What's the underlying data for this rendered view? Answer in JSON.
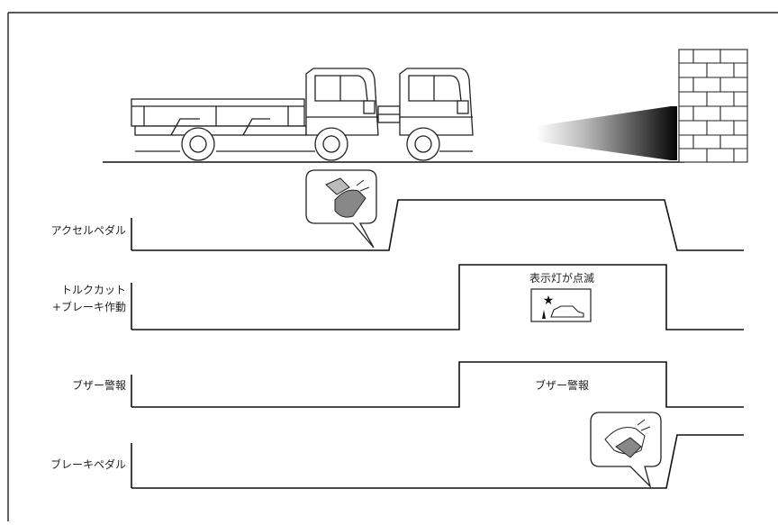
{
  "signals": [
    {
      "id": "accel",
      "label": "アクセルペダル"
    },
    {
      "id": "torque",
      "label_line1": "トルクカット",
      "label_line2": "+ブレーキ作動"
    },
    {
      "id": "buzzer",
      "label": "ブザー警報"
    },
    {
      "id": "brake",
      "label": "ブレーキペダル"
    }
  ],
  "annotations": {
    "indicator_blink": "表示灯が点滅",
    "buzzer_alarm": "ブザー警報"
  },
  "icons": {
    "accel_foot": "foot-on-accelerator-icon",
    "brake_foot": "foot-on-brake-icon",
    "warning_lamp": "collision-warning-lamp-icon",
    "truck": "truck-icon",
    "wall": "brick-wall-icon",
    "sensor_beam": "radar-beam-icon"
  }
}
